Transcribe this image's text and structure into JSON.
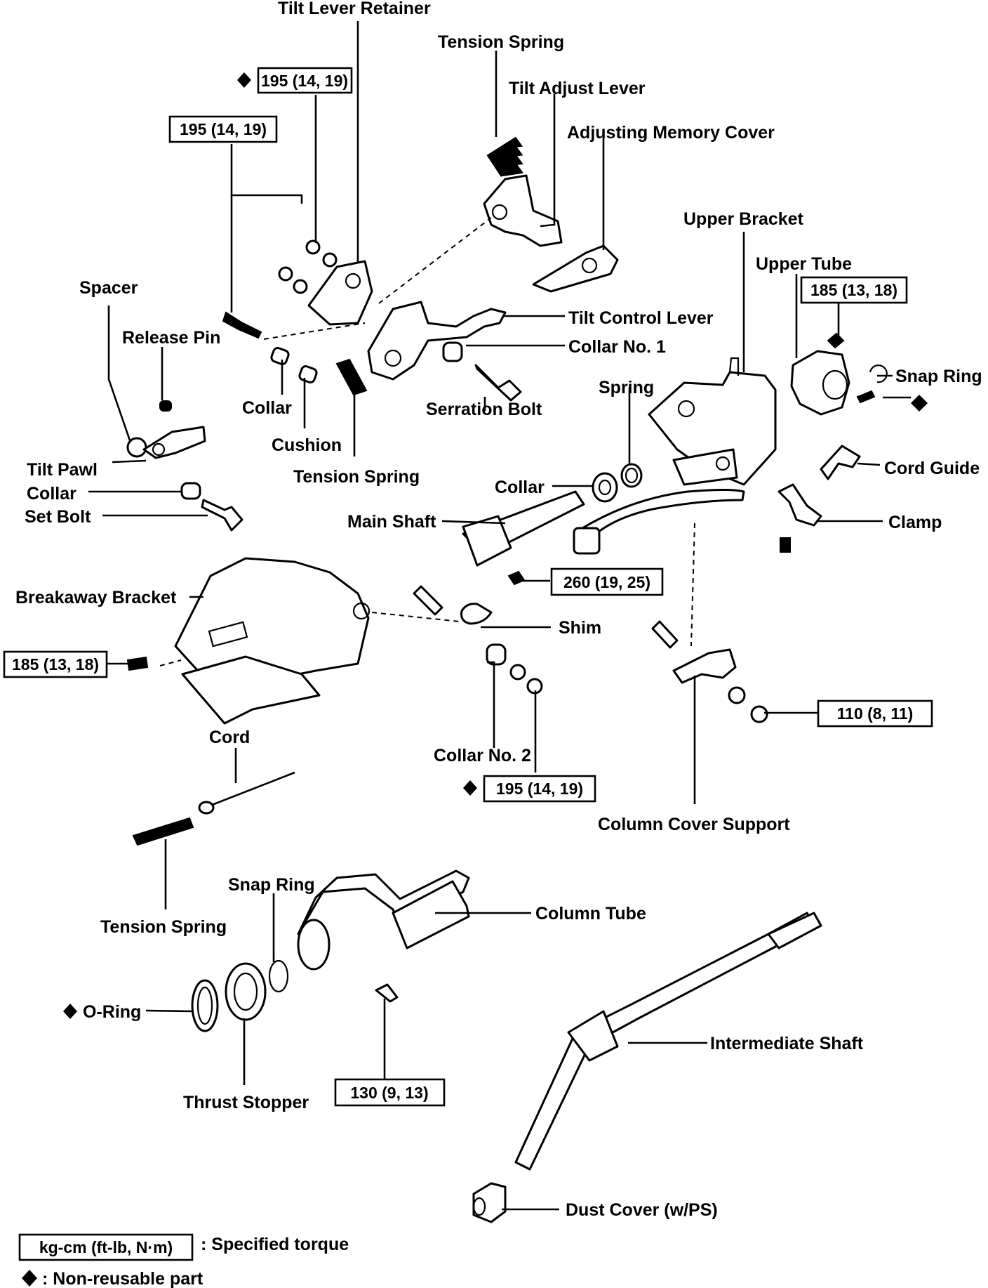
{
  "labels": {
    "tilt_lever_retainer": "Tilt Lever Retainer",
    "tension_spring_top": "Tension Spring",
    "tilt_adjust_lever": "Tilt Adjust Lever",
    "adjusting_memory_cover": "Adjusting Memory Cover",
    "upper_bracket": "Upper Bracket",
    "upper_tube": "Upper Tube",
    "snap_ring_right": "Snap Ring",
    "cord_guide": "Cord Guide",
    "clamp": "Clamp",
    "spacer": "Spacer",
    "release_pin": "Release Pin",
    "tilt_control_lever": "Tilt Control Lever",
    "collar_no1": "Collar No. 1",
    "spring": "Spring",
    "collar_mid": "Collar",
    "cushion": "Cushion",
    "serration_bolt": "Serration Bolt",
    "tension_spring_mid": "Tension Spring",
    "tilt_pawl": "Tilt Pawl",
    "collar_left": "Collar",
    "set_bolt": "Set Bolt",
    "collar_main": "Collar",
    "main_shaft": "Main Shaft",
    "breakaway_bracket": "Breakaway Bracket",
    "shim": "Shim",
    "cord": "Cord",
    "collar_no2": "Collar No. 2",
    "column_cover_support": "Column Cover Support",
    "snap_ring_low": "Snap Ring",
    "column_tube": "Column Tube",
    "tension_spring_low": "Tension Spring",
    "o_ring": "O-Ring",
    "thrust_stopper": "Thrust Stopper",
    "intermediate_shaft": "Intermediate Shaft",
    "dust_cover": "Dust Cover (w/PS)"
  },
  "torques": {
    "t195_top": "195 (14, 19)",
    "t195_left": "195 (14, 19)",
    "t185_upper_tube": "185 (13, 18)",
    "t260": "260 (19, 25)",
    "t185_breakaway": "185 (13, 18)",
    "t110": "110 (8, 11)",
    "t195_bottom": "195 (14, 19)",
    "t130": "130 (9, 13)"
  },
  "legend": {
    "torque_box": "kg-cm (ft-lb, N·m)",
    "torque_text": ": Specified torque",
    "nonreusable_text": ": Non-reusable part"
  }
}
